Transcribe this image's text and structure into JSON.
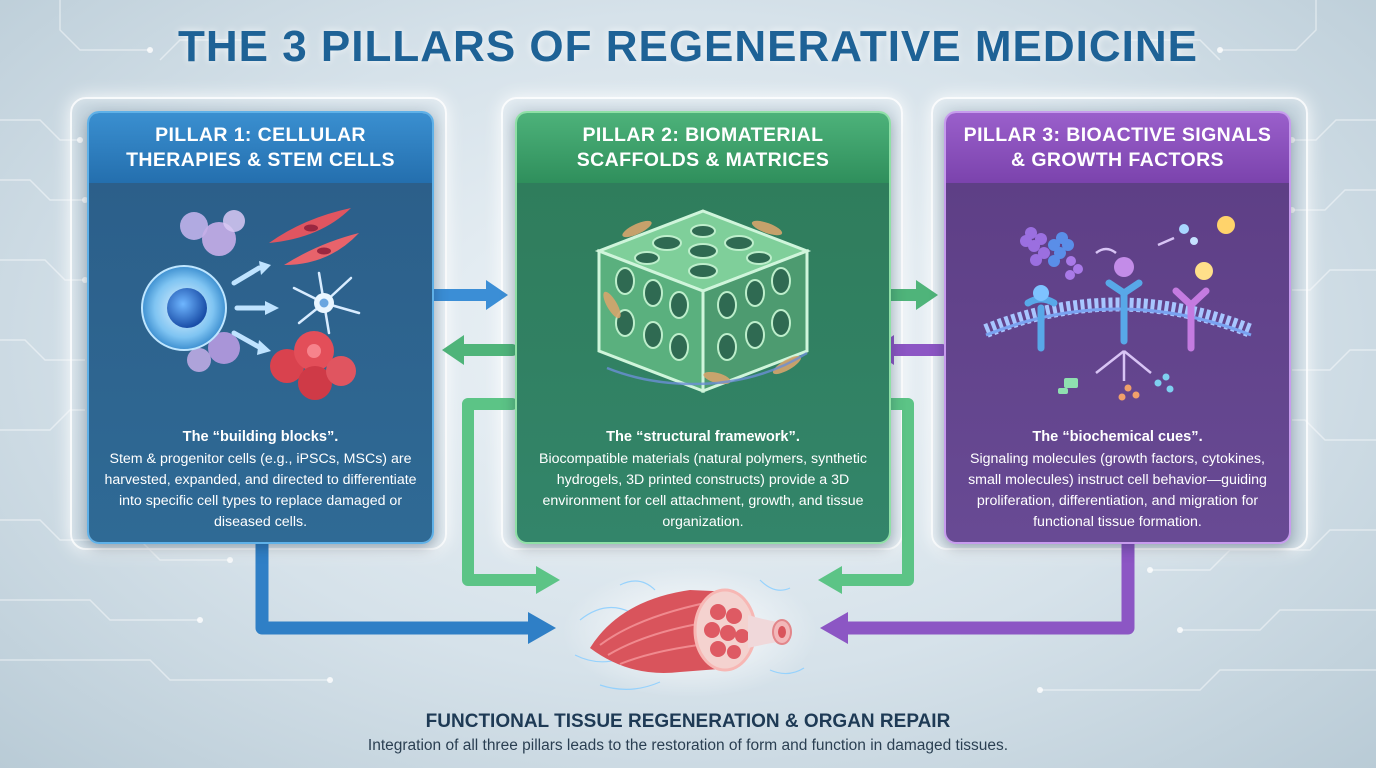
{
  "title": "THE 3 PILLARS OF REGENERATIVE MEDICINE",
  "pillars": [
    {
      "heading": "PILLAR 1: CELLULAR THERAPIES & STEM CELLS",
      "lead": "The “building blocks”.",
      "description": "Stem & progenitor cells (e.g., iPSCs, MSCs) are harvested, expanded, and directed to differentiate into specific cell types to replace damaged or diseased cells.",
      "color": "#2a7fc4",
      "icon": "stem-cell-differentiation-icon"
    },
    {
      "heading": "PILLAR 2: BIOMATERIAL SCAFFOLDS & MATRICES",
      "lead": "The “structural framework”.",
      "description": "Biocompatible materials (natural polymers, synthetic hydrogels, 3D printed constructs) provide a 3D environment for cell attachment, growth, and tissue organization.",
      "color": "#3fa56d",
      "icon": "porous-scaffold-icon"
    },
    {
      "heading": "PILLAR 3: BIOACTIVE SIGNALS & GROWTH FACTORS",
      "lead": "The “biochemical cues”.",
      "description": "Signaling molecules (growth factors, cytokines, small molecules) instruct cell behavior—guiding proliferation, differentiation, and migration for functional tissue formation.",
      "color": "#8a52bf",
      "icon": "cell-membrane-receptor-icon"
    }
  ],
  "outcome": {
    "title": "FUNCTIONAL TISSUE REGENERATION & ORGAN REPAIR",
    "text": "Integration of all three pillars leads to the restoration of form and function in damaged tissues.",
    "icon": "muscle-tissue-icon"
  }
}
